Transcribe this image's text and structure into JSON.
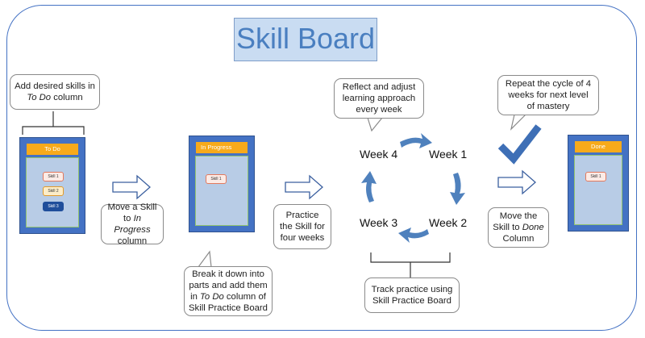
{
  "title": "Skill Board",
  "notes": {
    "add_skills": {
      "line1": "Add desired skills in",
      "italic": "To Do",
      "rest": " column"
    },
    "move_in_progress": {
      "line1": "Move a Skill",
      "line2a": "to ",
      "italic": "In Progress",
      "line3": "column"
    },
    "break_down": {
      "line1": "Break it down into",
      "line2": "parts and add them",
      "line3a": "in ",
      "italic": "To Do",
      "line3b": " column of",
      "line4": "Skill Practice Board"
    },
    "practice": {
      "line1": "Practice",
      "line2": "the Skill for",
      "line3": "four weeks"
    },
    "reflect": {
      "line1": "Reflect and adjust",
      "line2": "learning approach",
      "line3": "every week"
    },
    "track": {
      "line1": "Track practice using",
      "line2": "Skill Practice Board"
    },
    "repeat": {
      "line1": "Repeat the cycle of 4",
      "line2": "weeks for next level",
      "line3": "of mastery"
    },
    "move_done": {
      "line1": "Move the",
      "line2a": "Skill to ",
      "italic": "Done",
      "line3": "Column"
    }
  },
  "boards": {
    "todo": {
      "header": "To Do",
      "cards": [
        "Skill 1",
        "Skill 2",
        "Skill 3"
      ]
    },
    "in_progress": {
      "header": "In Progress",
      "cards": [
        "Skill 1"
      ]
    },
    "done": {
      "header": "Done",
      "cards": [
        "Skill 1"
      ]
    }
  },
  "cycle": {
    "week1": "Week 1",
    "week2": "Week 2",
    "week3": "Week 3",
    "week4": "Week 4"
  },
  "colors": {
    "frame": "#4472c4",
    "board": "#4472c4",
    "header": "#f7aa1b",
    "arrow": "#4f81bd",
    "check": "#3e6fb6"
  }
}
